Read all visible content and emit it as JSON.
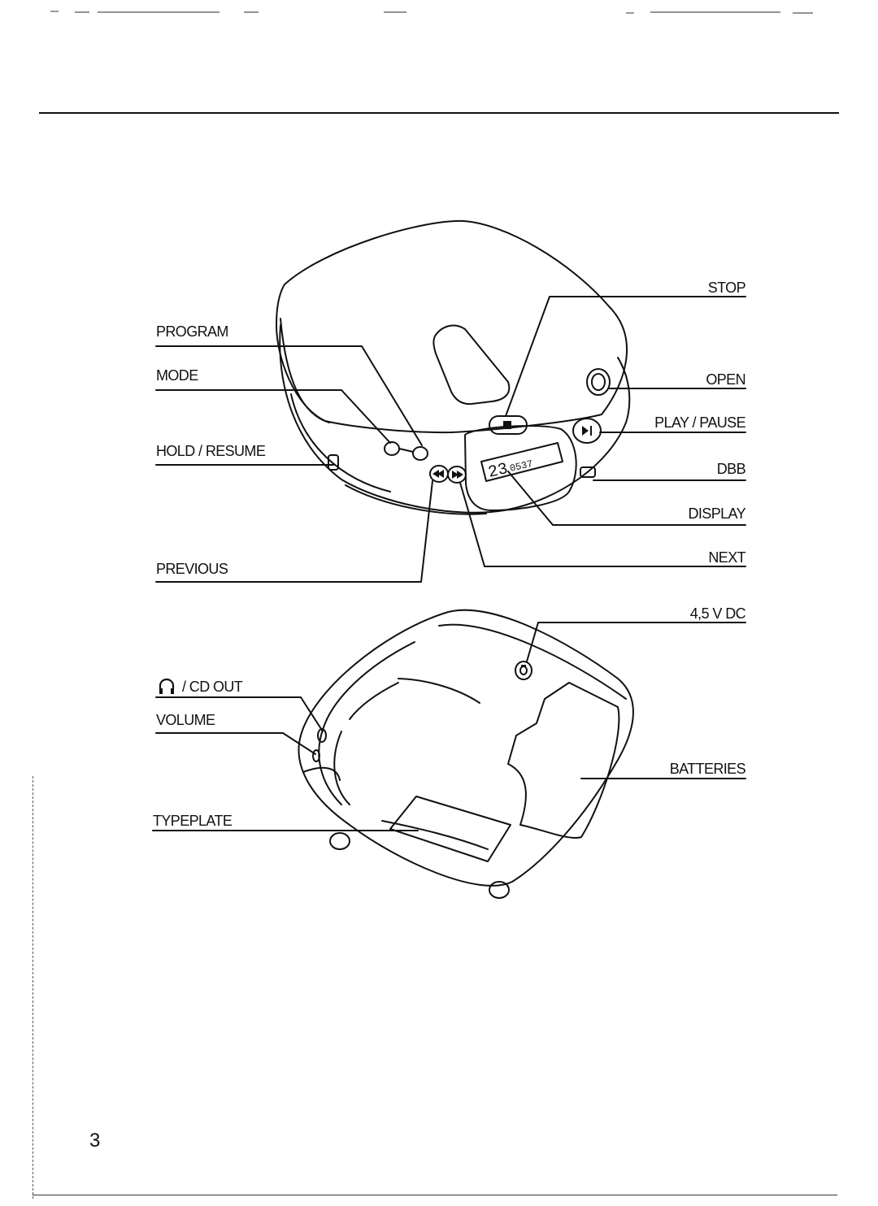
{
  "diagram": {
    "front_labels": {
      "program": "PROGRAM",
      "mode": "MODE",
      "hold_resume": "HOLD / RESUME",
      "previous": "PREVIOUS",
      "stop": "STOP",
      "open": "OPEN",
      "play_pause": "PLAY / PAUSE",
      "dbb": "DBB",
      "display": "DISPLAY",
      "next": "NEXT"
    },
    "back_labels": {
      "dc_in": "4,5 V DC",
      "cd_out": "/ CD OUT",
      "volume": "VOLUME",
      "batteries": "BATTERIES",
      "typeplate": "TYPEPLATE"
    },
    "display_readout": "23",
    "display_small": "0537",
    "icons": [
      "headphones-icon",
      "stop-icon",
      "play-pause-icon",
      "previous-icon",
      "next-icon",
      "dc-jack-icon"
    ]
  },
  "page": {
    "number": "3"
  },
  "colors": {
    "ink": "#111111",
    "paper": "#ffffff"
  }
}
